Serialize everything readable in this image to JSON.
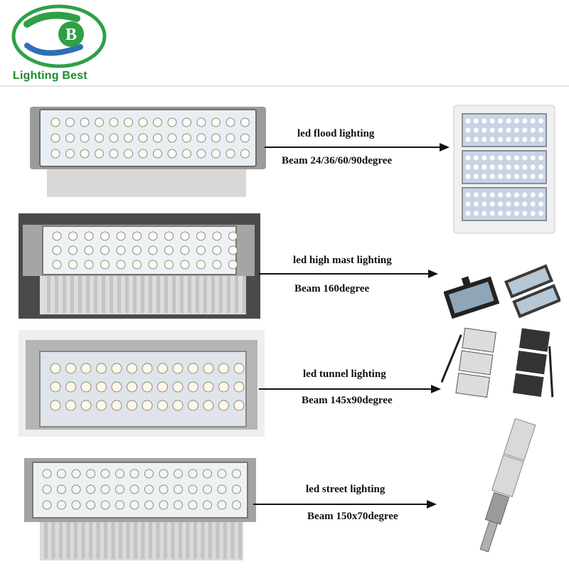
{
  "brand": {
    "name": "Lighting Best",
    "logo_letter": "B",
    "colors": {
      "green": "#2fa046",
      "dark_green": "#1d8a2e",
      "blue": "#2f6fb6",
      "yellow": "#f2c200"
    }
  },
  "rows": [
    {
      "application": "led flood lighting",
      "beam": "Beam 24/36/60/90degree",
      "product_icon": "flood-light-3-module-icon"
    },
    {
      "application": "led high mast lighting",
      "beam": "Beam 160degree",
      "product_icon": "high-mast-light-icon"
    },
    {
      "application": "led tunnel lighting",
      "beam": "Beam 145x90degree",
      "product_icon": "tunnel-light-icon"
    },
    {
      "application": "led street lighting",
      "beam": "Beam 150x70degree",
      "product_icon": "street-light-icon"
    }
  ]
}
